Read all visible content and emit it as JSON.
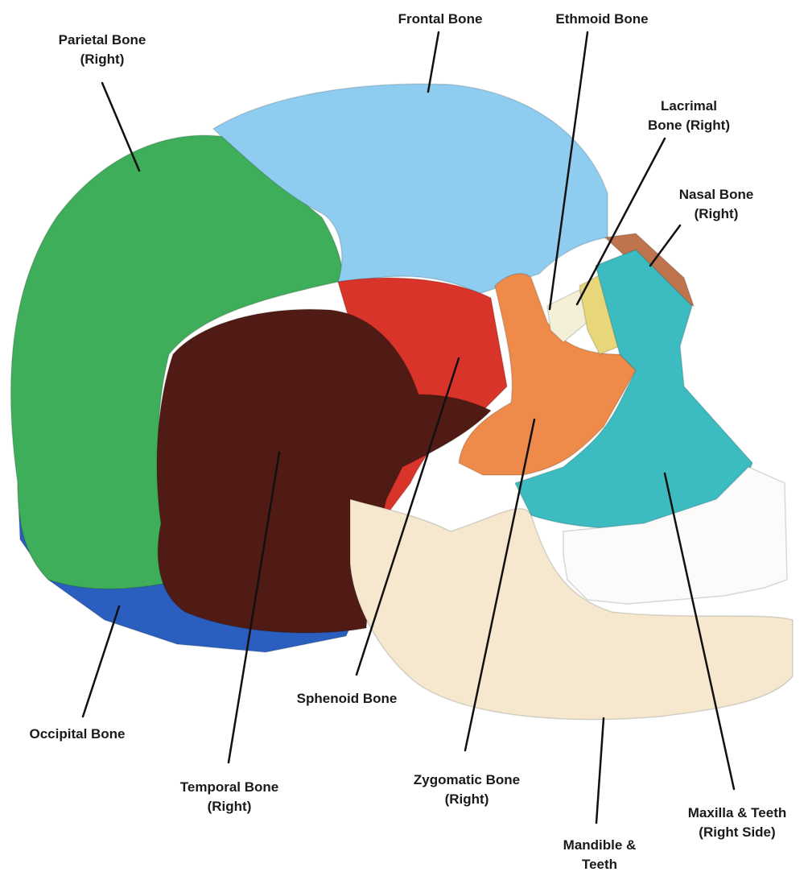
{
  "labels": {
    "parietal": [
      "Parietal Bone",
      "(Right)"
    ],
    "frontal": [
      "Frontal Bone"
    ],
    "ethmoid": [
      "Ethmoid Bone"
    ],
    "lacrimal": [
      "Lacrimal",
      "Bone (Right)"
    ],
    "nasal": [
      "Nasal Bone",
      "(Right)"
    ],
    "sphenoid": [
      "Sphenoid Bone"
    ],
    "occipital": [
      "Occipital Bone"
    ],
    "temporal": [
      "Temporal Bone",
      "(Right)"
    ],
    "zygomatic": [
      "Zygomatic Bone",
      "(Right)"
    ],
    "maxilla": [
      "Maxilla & Teeth",
      "(Right Side)"
    ],
    "mandible": [
      "Mandible &",
      "Teeth"
    ]
  },
  "colors": {
    "parietal": "#3fae5a",
    "frontal": "#8fcdf0",
    "ethmoid": "#f4f0d8",
    "lacrimal": "#e8d77a",
    "nasal": "#c0744e",
    "sphenoid": "#d8342a",
    "occipital": "#2a5fc0",
    "temporal": "#4f1b14",
    "zygomatic": "#ee8a4a",
    "maxilla": "#3cbcc0",
    "mandible": "#f5e8cf",
    "teeth": "#fbfbfb",
    "leader": "#111111"
  }
}
